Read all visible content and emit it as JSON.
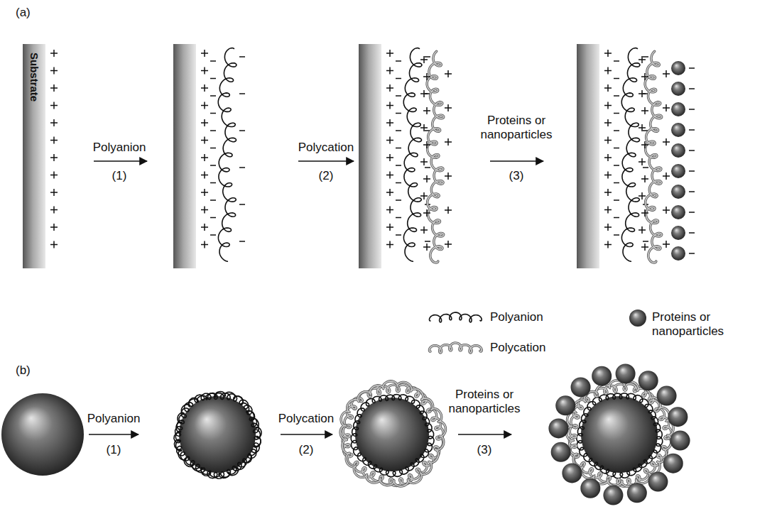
{
  "diagram": {
    "nodes": [
      {
        "text": [
          "Substrate"
        ]
      }
    ],
    "labels": [
      "(a)",
      "Polyanion",
      "(1)",
      "Polycation",
      "(2)",
      "Proteins or nanoparticles",
      "(3)",
      "(b)",
      "Polyanion",
      "(1)",
      "Polycation",
      "(2)",
      "Proteins or nanoparticles",
      "(3)"
    ],
    "legend": [
      {
        "text": "Polyanion"
      },
      {
        "text": "Polycation"
      },
      {
        "text": "Proteins or nanoparticles"
      }
    ]
  }
}
